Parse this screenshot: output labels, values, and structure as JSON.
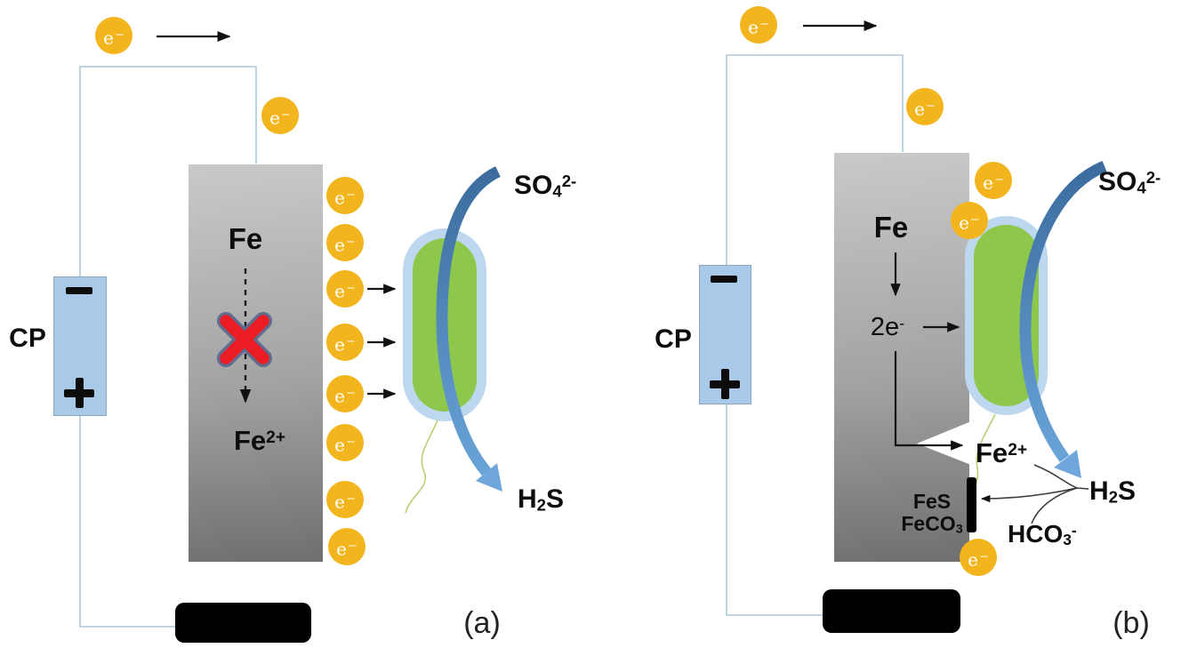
{
  "figure": {
    "caption_a": "(a)",
    "caption_b": "(b)",
    "electron": {
      "base": "e",
      "sup": "−"
    },
    "battery": {
      "negative_terminal": "−",
      "positive_terminal": "+"
    },
    "colors": {
      "electron_fill": "#F3B51D",
      "metal_gradient_top": "#C9C9C9",
      "metal_gradient_bottom": "#6F6F6F",
      "battery_fill": "#A9C9E8",
      "battery_border": "#8FA7BD",
      "cell_membrane": "#BDD7EE",
      "cell_body": "#8DC84D",
      "flow_arrow_dark": "#3C6C9E",
      "flow_arrow_light": "#6FA6DB",
      "blocked_x": "#EC1C24",
      "blocked_x_outline": "#5E6C8F",
      "wire": "#AEC8D8",
      "electrode_fill": "#000000",
      "deposit_fill": "#000000",
      "flagellum": "#BBCF72",
      "ink": "#111111"
    },
    "panel_a": {
      "cp_label": "CP",
      "metal_label": "Fe",
      "metal_ion": {
        "base": "Fe",
        "sup": "2+"
      },
      "sulfate": {
        "base": "SO",
        "sub": "4",
        "sup": "2-"
      },
      "h2s": {
        "base": "H",
        "sub": "2",
        "tail": "S"
      }
    },
    "panel_b": {
      "cp_label": "CP",
      "metal_label": "Fe",
      "two_electrons": {
        "base": "2e",
        "sup": "-"
      },
      "metal_ion": {
        "base": "Fe",
        "sup": "2+"
      },
      "sulfate": {
        "base": "SO",
        "sub": "4",
        "sup": "2-"
      },
      "h2s": {
        "base": "H",
        "sub": "2",
        "tail": "S"
      },
      "bicarbonate": {
        "base": "HCO",
        "sub": "3",
        "sup": "-"
      },
      "fes": "FeS",
      "feco3": {
        "base": "FeCO",
        "sub": "3"
      }
    }
  }
}
